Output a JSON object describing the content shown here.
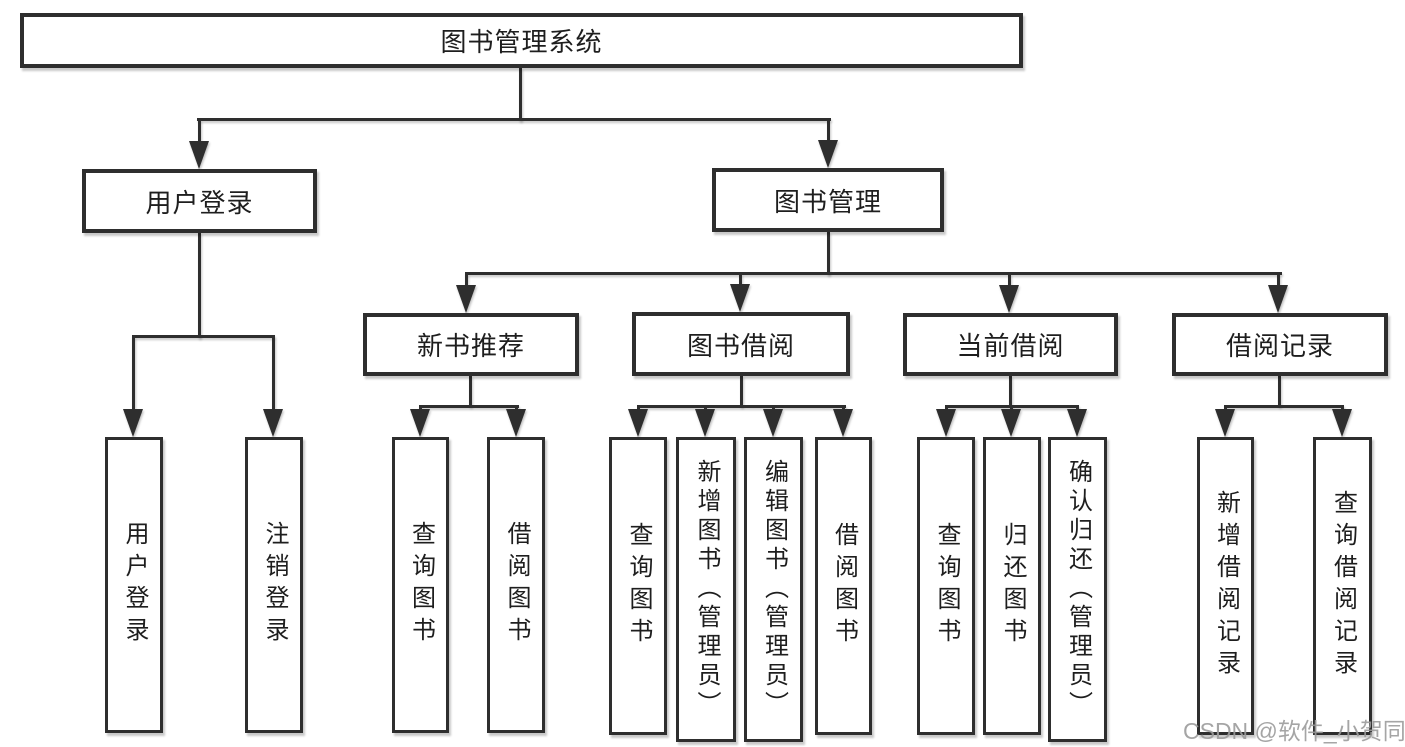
{
  "diagram": {
    "title": "图书管理系统",
    "level2": {
      "user_login": {
        "label": "用户登录",
        "children": [
          "用户登录",
          "注销登录"
        ]
      },
      "book_management": {
        "label": "图书管理",
        "sections": {
          "new_book_recommend": {
            "label": "新书推荐",
            "children": [
              "查询图书",
              "借阅图书"
            ]
          },
          "book_borrowing": {
            "label": "图书借阅",
            "children": [
              "查询图书",
              "新增图书（管理员）",
              "编辑图书（管理员）",
              "借阅图书"
            ]
          },
          "current_borrowing": {
            "label": "当前借阅",
            "children": [
              "查询图书",
              "归还图书",
              "确认归还（管理员）"
            ]
          },
          "borrowing_records": {
            "label": "借阅记录",
            "children": [
              "新增借阅记录",
              "查询借阅记录"
            ]
          }
        }
      }
    }
  },
  "watermark": {
    "text": "CSDN @软件_小贺同学"
  },
  "colors": {
    "line": "#2e2e2e",
    "text": "#1e1e1e",
    "background": "#ffffff",
    "watermark": "#9b9b9b"
  }
}
